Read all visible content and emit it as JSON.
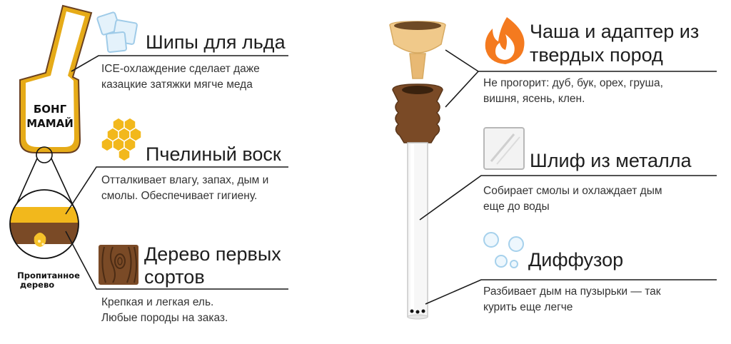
{
  "bong_label": {
    "line1": "БОНГ",
    "line2": "МАМАЙ"
  },
  "inset_label": {
    "line1": "Пропитанное",
    "line2": "дерево"
  },
  "left_features": [
    {
      "icon": "ice-cubes-icon",
      "title": "Шипы для льда",
      "desc_line1": "ICE-охлаждение сделает даже",
      "desc_line2": "казацкие затяжки мягче меда"
    },
    {
      "icon": "honeycomb-icon",
      "title": "Пчелиный воск",
      "desc_line1": "Отталкивает влагу, запах, дым и",
      "desc_line2": "смолы. Обеспечивает гигиену."
    },
    {
      "icon": "wood-texture-icon",
      "title_line1": "Дерево первых",
      "title_line2": "сортов",
      "desc_line1": "Крепкая и легкая ель.",
      "desc_line2": "Любые породы на заказ."
    }
  ],
  "right_features": [
    {
      "icon": "flame-icon",
      "title_line1": "Чаша и адаптер из",
      "title_line2": "твердых пород",
      "desc_line1": "Не прогорит: дуб, бук, орех, груша,",
      "desc_line2": "вишня, ясень, клен."
    },
    {
      "icon": "metal-plate-icon",
      "title": "Шлиф из металла",
      "desc_line1": "Собирает смолы и охлаждает дым",
      "desc_line2": "еще до воды"
    },
    {
      "icon": "bubbles-icon",
      "title": "Диффузор",
      "desc_line1": "Разбивает дым на пузырьки — так",
      "desc_line2": "курить еще легче"
    }
  ],
  "colors": {
    "wax": "#f2b81c",
    "wood": "#7a4a26",
    "bowl_top": "#f0c98a",
    "flame": "#f47a1f",
    "line": "#1a1a1a"
  }
}
